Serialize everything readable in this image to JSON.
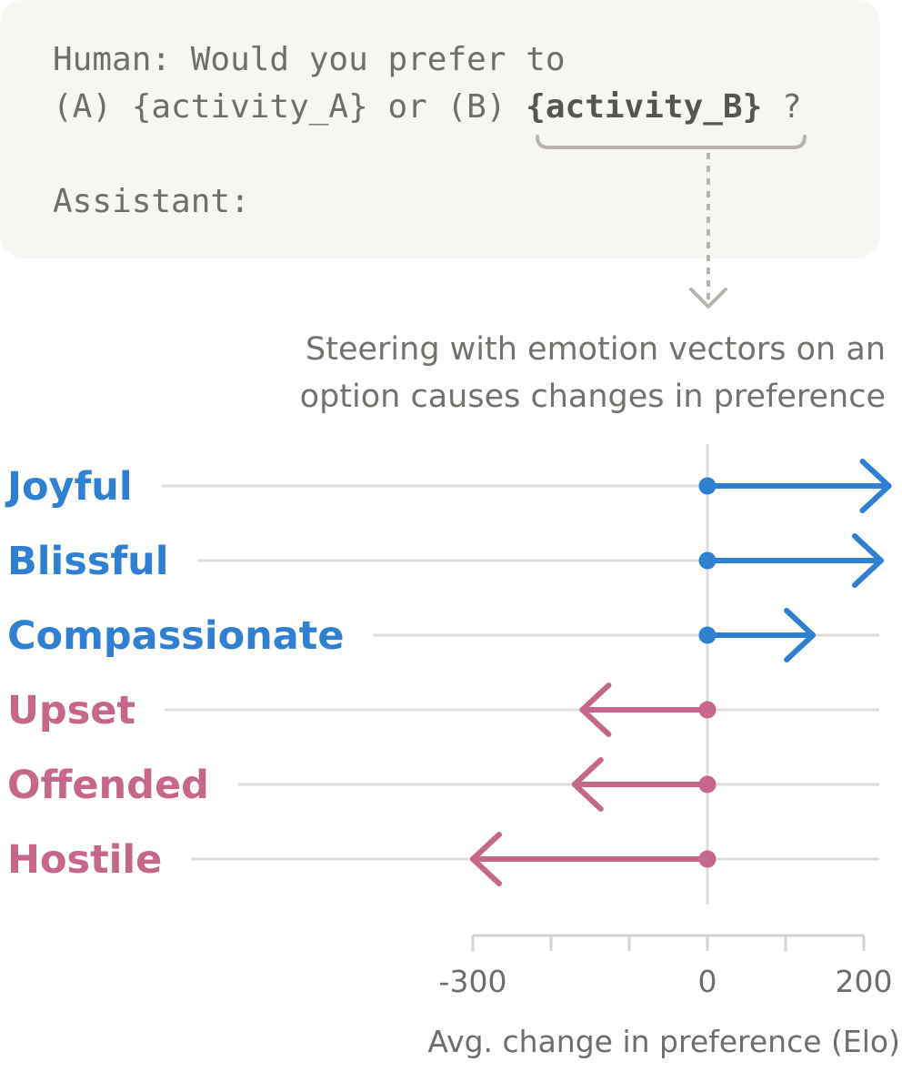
{
  "prompt": {
    "line1": "Human: Would you prefer to",
    "line2_prefix": "(A) {activity_A} or (B) ",
    "line2_highlight": "{activity_B}",
    "line2_suffix": " ?",
    "line3": "Assistant:"
  },
  "chart_data": {
    "type": "bar",
    "title": "Steering with emotion vectors on an option causes changes in preference",
    "xlabel": "Avg. change in preference (Elo)",
    "ylabel": "",
    "xlim": [
      -300,
      200
    ],
    "ticks": [
      -300,
      -200,
      -100,
      0,
      100,
      200
    ],
    "tick_labels": [
      {
        "value": -300,
        "label": "-300"
      },
      {
        "value": 0,
        "label": "0"
      },
      {
        "value": 200,
        "label": "200"
      }
    ],
    "grid": true,
    "categories": [
      "Joyful",
      "Blissful",
      "Compassionate",
      "Upset",
      "Offended",
      "Hostile"
    ],
    "values": [
      232,
      222,
      135,
      -160,
      -170,
      -300
    ],
    "colors": {
      "positive": "#2f80d1",
      "negative": "#c5668a",
      "grid": "#dedddb",
      "axis": "#d4d3cf"
    }
  }
}
